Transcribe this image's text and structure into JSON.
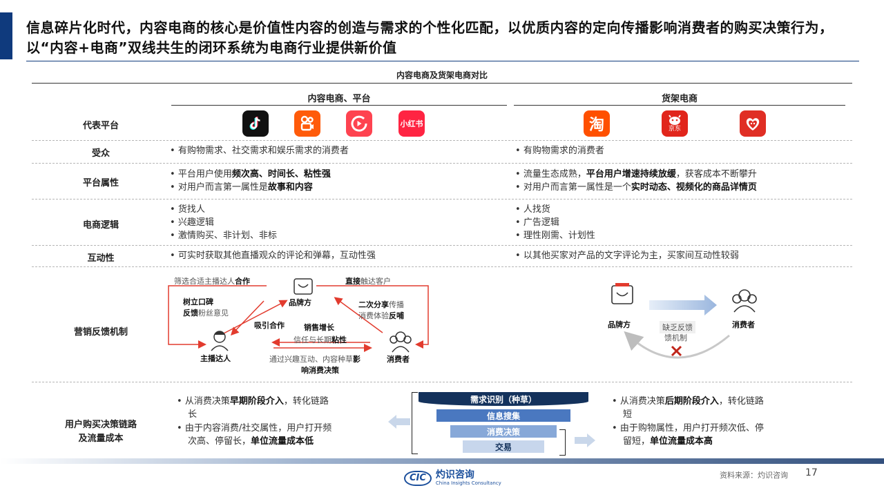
{
  "headline": "信息碎片化时代，内容电商的核心是价值性内容的创造与需求的个性化匹配，以优质内容的定向传播影响消费者的购买决策行为，以“内容+电商”双线共生的闭环系统为电商行业提供新价值",
  "table_title": "内容电商及货架电商对比",
  "columns": {
    "content": "内容电商、平台",
    "shelf": "货架电商"
  },
  "rows": {
    "platform": "代表平台",
    "audience": "受众",
    "attribute": "平台属性",
    "logic": "电商逻辑",
    "interaction": "互动性",
    "marketing": "营销反馈机制",
    "purchase_l1": "用户购买决策链路",
    "purchase_l2": "及流量成本"
  },
  "logos": {
    "content": [
      {
        "name": "douyin",
        "color": "#111111"
      },
      {
        "name": "kuaishou",
        "color": "#ff5b0a"
      },
      {
        "name": "xigua",
        "color": "#fe4350"
      },
      {
        "name": "xiaohongshu",
        "color": "#ff2442",
        "text": "小红书"
      }
    ],
    "shelf": [
      {
        "name": "taobao",
        "color": "#ff5000",
        "text": "淘"
      },
      {
        "name": "jd",
        "color": "#e1251b",
        "text": "京东"
      },
      {
        "name": "pinduoduo",
        "color": "#e02e24"
      }
    ]
  },
  "audience": {
    "content": "有购物需求、社交需求和娱乐需求的消费者",
    "shelf": "有购物需求的消费者"
  },
  "attribute": {
    "content": [
      {
        "pre": "平台用户使用",
        "bold": "频次高、时间长、粘性强",
        "post": ""
      },
      {
        "pre": "对用户而言第一属性是",
        "bold": "故事和内容",
        "post": ""
      }
    ],
    "shelf": [
      {
        "pre": "流量生态成熟，",
        "bold": "平台用户增速持续放缓",
        "post": "，获客成本不断攀升"
      },
      {
        "pre": "对用户而言第一属性是一个",
        "bold": "实时动态、视频化的商品详情页",
        "post": ""
      }
    ]
  },
  "logic": {
    "content": [
      "货找人",
      "兴趣逻辑",
      "激情购买、非计划、非标"
    ],
    "shelf": [
      "人找货",
      "广告逻辑",
      "理性刚需、计划性"
    ]
  },
  "interaction": {
    "content": "可实时获取其他直播观众的评论和弹幕，互动性强",
    "shelf": "以其他买家对产品的文字评论为主，买家间互动性较弱"
  },
  "diagram": {
    "top_left_pre": "筛选合适主播达人",
    "top_left_bold": "合作",
    "top_right_bold": "直接",
    "top_right_post": "触达客户",
    "brand": "品牌方",
    "anchor": "主播达人",
    "consumer": "消费者",
    "left_l1": "树立口碑",
    "left_l2_bold": "反馈",
    "left_l2_post": "粉丝意见",
    "attract": "吸引合作",
    "right_l1_bold": "二次分享",
    "right_l1_post": "传播",
    "right_l2_pre": "消费体验",
    "right_l2_bold": "反哺",
    "sales": "销售增长",
    "trust_pre": "信任与长期",
    "trust_bold": "粘性",
    "bottom_l1_pre": "通过兴趣互动、内容种草",
    "bottom_l1_bold": "影",
    "bottom_l2": "响消费决策",
    "shelf_brand": "品牌方",
    "shelf_consumer": "消费者",
    "lack_l1": "缺乏反馈",
    "lack_l2": "馈机制"
  },
  "purchase": {
    "content": [
      {
        "l1_pre": "从消费决策",
        "l1_bold": "早期阶段介入",
        "l1_post": "，转化链路",
        "l2_pre": "长",
        "l2_bold": ""
      },
      {
        "l1_pre": "由于内容消费/社交属性，用户打开频",
        "l1_bold": "",
        "l1_post": "",
        "l2_pre": "次高、停留长，",
        "l2_bold": "单位流量成本低"
      }
    ],
    "shelf": [
      {
        "l1_pre": "从消费决策",
        "l1_bold": "后期阶段介入",
        "l1_post": "，转化链路",
        "l2_pre": "短",
        "l2_bold": ""
      },
      {
        "l1_pre": "由于购物属性，用户打开频次低、停",
        "l1_bold": "",
        "l1_post": "",
        "l2_pre": "留短，",
        "l2_bold": "单位流量成本高"
      }
    ],
    "funnel": [
      "需求识别（种草）",
      "信息搜集",
      "消费决策",
      "交易"
    ],
    "funnel_colors": [
      "#14325c",
      "#4a78c0",
      "#87a8d8",
      "#c7d6ec"
    ]
  },
  "footer": {
    "logo_mark": "CIC",
    "logo_cn": "灼识咨询",
    "logo_en": "China Insights Consultancy",
    "source": "资料来源：灼识咨询",
    "page": "17"
  }
}
